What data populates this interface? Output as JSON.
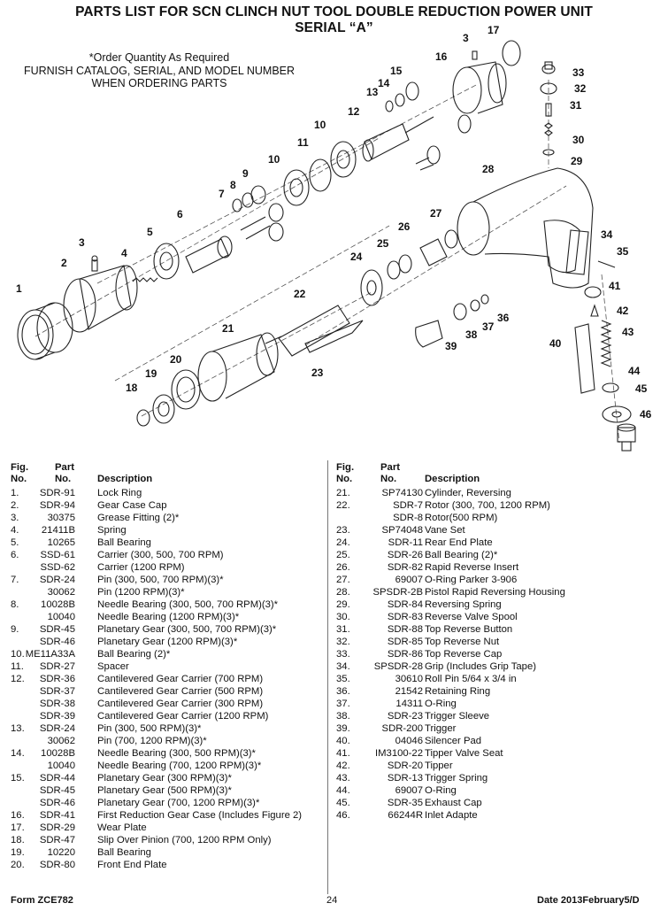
{
  "header": {
    "title_line1": "PARTS LIST FOR SCN CLINCH NUT TOOL DOUBLE REDUCTION POWER UNIT",
    "title_line2": "SERIAL “A”"
  },
  "notes": {
    "line1": "*Order Quantity As Required",
    "line2": "FURNISH CATALOG, SERIAL, AND MODEL NUMBER",
    "line3": "WHEN ORDERING PARTS"
  },
  "diagram": {
    "callouts": [
      "1",
      "2",
      "3",
      "4",
      "5",
      "6",
      "7",
      "8",
      "9",
      "10",
      "11",
      "12",
      "13",
      "14",
      "15",
      "16",
      "3",
      "17",
      "18",
      "19",
      "20",
      "21",
      "22",
      "23",
      "24",
      "25",
      "26",
      "27",
      "28",
      "29",
      "30",
      "31",
      "32",
      "33",
      "34",
      "35",
      "36",
      "37",
      "38",
      "39",
      "40",
      "41",
      "42",
      "43",
      "44",
      "45",
      "46",
      "10"
    ]
  },
  "table_headers": {
    "fig": "Fig.",
    "no": "No.",
    "part": "Part",
    "part_no": "No.",
    "desc": "Description"
  },
  "parts_left": [
    {
      "fig": "1.",
      "part": "SDR-91",
      "desc": "Lock Ring"
    },
    {
      "fig": "2.",
      "part": "SDR-94",
      "desc": "Gear Case Cap"
    },
    {
      "fig": "3.",
      "part": "30375",
      "desc": "Grease Fitting (2)*"
    },
    {
      "fig": "4.",
      "part": "21411B",
      "desc": "Spring"
    },
    {
      "fig": "5.",
      "part": "10265",
      "desc": "Ball Bearing"
    },
    {
      "fig": "6.",
      "part": "SSD-61",
      "desc": "Carrier (300, 500, 700 RPM)"
    },
    {
      "fig": "",
      "part": "SSD-62",
      "desc": "Carrier (1200 RPM)"
    },
    {
      "fig": "7.",
      "part": "SDR-24",
      "desc": "Pin (300, 500, 700 RPM)(3)*"
    },
    {
      "fig": "",
      "part": "30062",
      "desc": "Pin (1200 RPM)(3)*"
    },
    {
      "fig": "8.",
      "part": "10028B",
      "desc": "Needle Bearing (300, 500, 700 RPM)(3)*"
    },
    {
      "fig": "",
      "part": "10040",
      "desc": "Needle Bearing (1200 RPM)(3)*"
    },
    {
      "fig": "9.",
      "part": "SDR-45",
      "desc": "Planetary Gear (300, 500, 700 RPM)(3)*"
    },
    {
      "fig": "",
      "part": "SDR-46",
      "desc": "Planetary Gear (1200 RPM)(3)*"
    },
    {
      "fig": "10.",
      "part": "ME11A33A",
      "desc": "Ball Bearing (2)*"
    },
    {
      "fig": "11.",
      "part": "SDR-27",
      "desc": "Spacer"
    },
    {
      "fig": "12.",
      "part": "SDR-36",
      "desc": "Cantilevered Gear Carrier (700 RPM)"
    },
    {
      "fig": "",
      "part": "SDR-37",
      "desc": "Cantilevered Gear Carrier (500 RPM)"
    },
    {
      "fig": "",
      "part": "SDR-38",
      "desc": "Cantilevered Gear Carrier (300 RPM)"
    },
    {
      "fig": "",
      "part": "SDR-39",
      "desc": "Cantilevered Gear Carrier (1200 RPM)"
    },
    {
      "fig": "13.",
      "part": "SDR-24",
      "desc": "Pin (300, 500 RPM)(3)*"
    },
    {
      "fig": "",
      "part": "30062",
      "desc": "Pin (700, 1200 RPM)(3)*"
    },
    {
      "fig": "14.",
      "part": "10028B",
      "desc": "Needle Bearing (300, 500 RPM)(3)*"
    },
    {
      "fig": "",
      "part": "10040",
      "desc": "Needle Bearing (700, 1200 RPM)(3)*"
    },
    {
      "fig": "15.",
      "part": "SDR-44",
      "desc": "Planetary Gear (300 RPM)(3)*"
    },
    {
      "fig": "",
      "part": "SDR-45",
      "desc": "Planetary Gear (500 RPM)(3)*"
    },
    {
      "fig": "",
      "part": "SDR-46",
      "desc": "Planetary Gear (700, 1200 RPM)(3)*"
    },
    {
      "fig": "16.",
      "part": "SDR-41",
      "desc": "First Reduction Gear Case (Includes Figure 2)"
    },
    {
      "fig": "17.",
      "part": "SDR-29",
      "desc": "Wear Plate"
    },
    {
      "fig": "18.",
      "part": "SDR-47",
      "desc": "Slip Over Pinion (700, 1200 RPM Only)"
    },
    {
      "fig": "19.",
      "part": "10220",
      "desc": "Ball Bearing"
    },
    {
      "fig": "20.",
      "part": "SDR-80",
      "desc": "Front End Plate"
    }
  ],
  "parts_right": [
    {
      "fig": "21.",
      "part": "SP74130",
      "desc": "Cylinder, Reversing"
    },
    {
      "fig": "22.",
      "part": "SDR-7",
      "desc": "Rotor (300, 700, 1200 RPM)"
    },
    {
      "fig": "",
      "part": "SDR-8",
      "desc": "Rotor(500 RPM)"
    },
    {
      "fig": "23.",
      "part": "SP74048",
      "desc": "Vane Set"
    },
    {
      "fig": "24.",
      "part": "SDR-11",
      "desc": "Rear End Plate"
    },
    {
      "fig": "25.",
      "part": "SDR-26",
      "desc": "Ball Bearing (2)*"
    },
    {
      "fig": "26.",
      "part": "SDR-82",
      "desc": "Rapid Reverse Insert"
    },
    {
      "fig": "27.",
      "part": "69007",
      "desc": "O-Ring Parker 3-906"
    },
    {
      "fig": "28.",
      "part": "SPSDR-2B",
      "desc": "Pistol Rapid Reversing Housing"
    },
    {
      "fig": "29.",
      "part": "SDR-84",
      "desc": "Reversing Spring"
    },
    {
      "fig": "30.",
      "part": "SDR-83",
      "desc": "Reverse Valve Spool"
    },
    {
      "fig": "31.",
      "part": "SDR-88",
      "desc": "Top Reverse Button"
    },
    {
      "fig": "32.",
      "part": "SDR-85",
      "desc": "Top Reverse Nut"
    },
    {
      "fig": "33.",
      "part": "SDR-86",
      "desc": "Top Reverse Cap"
    },
    {
      "fig": "34.",
      "part": "SPSDR-28",
      "desc": "Grip (Includes Grip Tape)"
    },
    {
      "fig": "35.",
      "part": "30610",
      "desc": "Roll Pin 5/64 x 3/4 in"
    },
    {
      "fig": "36.",
      "part": "21542",
      "desc": "Retaining Ring"
    },
    {
      "fig": "37.",
      "part": "14311",
      "desc": "O-Ring"
    },
    {
      "fig": "38.",
      "part": "SDR-23",
      "desc": "Trigger Sleeve"
    },
    {
      "fig": "39.",
      "part": "SDR-200",
      "desc": "Trigger"
    },
    {
      "fig": "40.",
      "part": "04046",
      "desc": "Silencer Pad"
    },
    {
      "fig": "41.",
      "part": "IM3100-22",
      "desc": "Tipper Valve Seat"
    },
    {
      "fig": "42.",
      "part": "SDR-20",
      "desc": "Tipper"
    },
    {
      "fig": "43.",
      "part": "SDR-13",
      "desc": "Trigger Spring"
    },
    {
      "fig": "44.",
      "part": "69007",
      "desc": "O-Ring"
    },
    {
      "fig": "45.",
      "part": "SDR-35",
      "desc": "Exhaust Cap"
    },
    {
      "fig": "46.",
      "part": "66244R",
      "desc": "Inlet Adapte"
    }
  ],
  "footer": {
    "form": "Form ZCE782",
    "page": "24",
    "date": "Date 2013February5/D"
  }
}
